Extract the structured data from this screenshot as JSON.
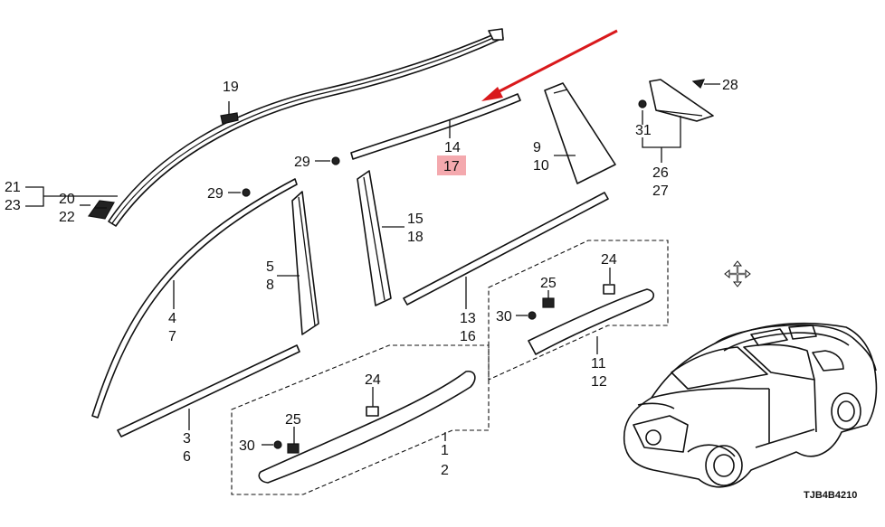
{
  "diagram": {
    "code": "TJB4B4210",
    "highlight_color": "#f4a9ae",
    "arrow_color": "#d9191c",
    "callouts": {
      "c19": "19",
      "c21": "21",
      "c23": "23",
      "c20": "20",
      "c22": "22",
      "c29a": "29",
      "c29b": "29",
      "c14": "14",
      "c17": "17",
      "c9": "9",
      "c10": "10",
      "c28": "28",
      "c31": "31",
      "c26": "26",
      "c27": "27",
      "c15": "15",
      "c18": "18",
      "c5": "5",
      "c8": "8",
      "c4": "4",
      "c7": "7",
      "c13": "13",
      "c16": "16",
      "c24a": "24",
      "c25a": "25",
      "c30a": "30",
      "c11": "11",
      "c12": "12",
      "c3": "3",
      "c6": "6",
      "c24b": "24",
      "c25b": "25",
      "c30b": "30",
      "c1": "1",
      "c2": "2"
    },
    "icons": [
      "move-cursor-icon"
    ]
  }
}
